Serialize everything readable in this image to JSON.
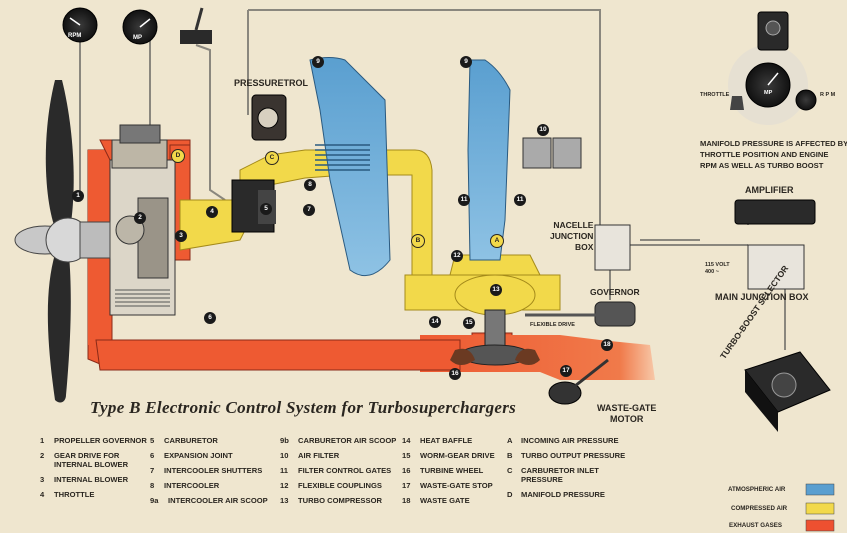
{
  "title": "Type B Electronic Control System for Turbosuperchargers",
  "gauges": {
    "rpm": "RPM",
    "mp": "MP"
  },
  "labels": {
    "pressuretrol": "PRESSURETROL",
    "amplifier": "AMPLIFIER",
    "nacelle_box": [
      "NACELLE",
      "JUNCTION",
      "BOX"
    ],
    "governor": "GOVERNOR",
    "main_box": "MAIN JUNCTION BOX",
    "volt": [
      "115 VOLT",
      "400 ~"
    ],
    "flexible_drive": "FLEXIBLE DRIVE",
    "waste_gate_motor": [
      "WASTE-GATE",
      "MOTOR"
    ],
    "selector": "TURBO-BOOST SELECTOR",
    "throttle": "THROTTLE",
    "rpm_small": "R P M",
    "mp_small": "MP",
    "manifold_note": [
      "MANIFOLD PRESSURE IS AFFECTED BY",
      "THROTTLE POSITION AND ENGINE",
      "RPM AS WELL AS TURBO BOOST"
    ]
  },
  "callouts": {
    "c1": "1",
    "c2": "2",
    "c3": "3",
    "c4": "4",
    "c5": "5",
    "c6": "6",
    "c7": "7",
    "c8": "8",
    "c9a": "9",
    "c9b": "9",
    "c10": "10",
    "c11a": "11",
    "c11b": "11",
    "c12": "12",
    "c13": "13",
    "c14": "14",
    "c15": "15",
    "c16": "16",
    "c17": "17",
    "c18": "18",
    "cA": "A",
    "cB": "B",
    "cC": "C",
    "cD": "D"
  },
  "legend": {
    "col1": [
      {
        "n": "1",
        "t": "PROPELLER GOVERNOR"
      },
      {
        "n": "2",
        "t": "GEAR DRIVE FOR\nINTERNAL BLOWER"
      },
      {
        "n": "3",
        "t": "INTERNAL BLOWER"
      },
      {
        "n": "4",
        "t": "THROTTLE"
      }
    ],
    "col2": [
      {
        "n": "5",
        "t": "CARBURETOR"
      },
      {
        "n": "6",
        "t": "EXPANSION JOINT"
      },
      {
        "n": "7",
        "t": "INTERCOOLER SHUTTERS"
      },
      {
        "n": "8",
        "t": "INTERCOOLER"
      },
      {
        "n": "9a",
        "t": "INTERCOOLER AIR SCOOP"
      }
    ],
    "col3": [
      {
        "n": "9b",
        "t": "CARBURETOR AIR SCOOP"
      },
      {
        "n": "10",
        "t": "AIR FILTER"
      },
      {
        "n": "11",
        "t": "FILTER CONTROL GATES"
      },
      {
        "n": "12",
        "t": "FLEXIBLE COUPLINGS"
      },
      {
        "n": "13",
        "t": "TURBO COMPRESSOR"
      }
    ],
    "col4": [
      {
        "n": "14",
        "t": "HEAT BAFFLE"
      },
      {
        "n": "15",
        "t": "WORM-GEAR DRIVE"
      },
      {
        "n": "16",
        "t": "TURBINE WHEEL"
      },
      {
        "n": "17",
        "t": "WASTE-GATE STOP"
      },
      {
        "n": "18",
        "t": "WASTE GATE"
      }
    ],
    "col5": [
      {
        "n": "A",
        "t": "INCOMING AIR PRESSURE"
      },
      {
        "n": "B",
        "t": "TURBO OUTPUT PRESSURE"
      },
      {
        "n": "C",
        "t": "CARBURETOR INLET\nPRESSURE"
      },
      {
        "n": "D",
        "t": "MANIFOLD PRESSURE"
      }
    ]
  },
  "swatches": [
    {
      "label": "ATMOSPHERIC AIR",
      "color": "#5a9fd0"
    },
    {
      "label": "COMPRESSED AIR",
      "color": "#f0dc4a"
    },
    {
      "label": "EXHAUST GASES",
      "color": "#ee5030"
    }
  ],
  "colors": {
    "atmospheric": "#6aaedc",
    "compressed": "#f2d94a",
    "exhaust": "#ee5a32",
    "paper": "#efe6cf",
    "ink": "#2a2620"
  }
}
